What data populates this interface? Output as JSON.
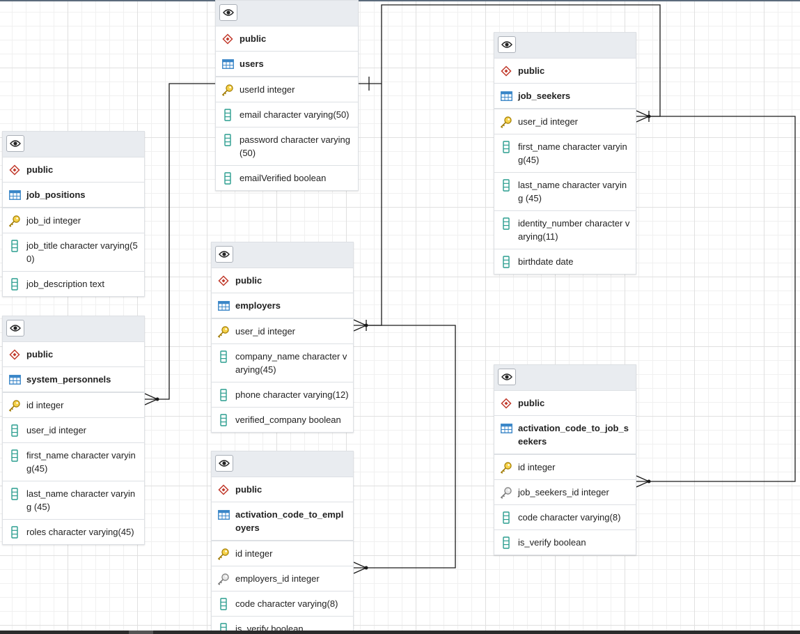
{
  "tables": {
    "users": {
      "schema": "public",
      "name": "users",
      "columns": [
        {
          "label": "userId integer",
          "icon": "primary-key-icon"
        },
        {
          "label": "email character varying(50)",
          "icon": "column-icon"
        },
        {
          "label": "password character varying (50)",
          "icon": "column-icon"
        },
        {
          "label": "emailVerified boolean",
          "icon": "column-icon"
        }
      ]
    },
    "job_positions": {
      "schema": "public",
      "name": "job_positions",
      "columns": [
        {
          "label": "job_id integer",
          "icon": "primary-key-icon"
        },
        {
          "label": "job_title character varying(50)",
          "icon": "column-icon"
        },
        {
          "label": "job_description text",
          "icon": "column-icon"
        }
      ]
    },
    "system_personnels": {
      "schema": "public",
      "name": "system_personnels",
      "columns": [
        {
          "label": "id integer",
          "icon": "primary-key-icon"
        },
        {
          "label": "user_id integer",
          "icon": "column-icon"
        },
        {
          "label": "first_name character varying(45)",
          "icon": "column-icon"
        },
        {
          "label": "last_name character varying (45)",
          "icon": "column-icon"
        },
        {
          "label": "roles character varying(45)",
          "icon": "column-icon"
        }
      ]
    },
    "employers": {
      "schema": "public",
      "name": "employers",
      "columns": [
        {
          "label": "user_id integer",
          "icon": "primary-key-icon"
        },
        {
          "label": "company_name character varying(45)",
          "icon": "column-icon"
        },
        {
          "label": "phone character varying(12)",
          "icon": "column-icon"
        },
        {
          "label": "verified_company boolean",
          "icon": "column-icon"
        }
      ]
    },
    "activation_code_to_employers": {
      "schema": "public",
      "name": "activation_code_to_employers",
      "columns": [
        {
          "label": "id integer",
          "icon": "primary-key-icon"
        },
        {
          "label": "employers_id integer",
          "icon": "foreign-key-icon"
        },
        {
          "label": "code character varying(8)",
          "icon": "column-icon"
        },
        {
          "label": "is_verify boolean",
          "icon": "column-icon"
        }
      ]
    },
    "job_seekers": {
      "schema": "public",
      "name": "job_seekers",
      "columns": [
        {
          "label": "user_id integer",
          "icon": "primary-key-icon"
        },
        {
          "label": "first_name character varying(45)",
          "icon": "column-icon"
        },
        {
          "label": "last_name character varying (45)",
          "icon": "column-icon"
        },
        {
          "label": "identity_number character varying(11)",
          "icon": "column-icon"
        },
        {
          "label": "birthdate date",
          "icon": "column-icon"
        }
      ]
    },
    "activation_code_to_job_seekers": {
      "schema": "public",
      "name": "activation_code_to_job_seekers",
      "columns": [
        {
          "label": "id integer",
          "icon": "primary-key-icon"
        },
        {
          "label": "job_seekers_id integer",
          "icon": "foreign-key-icon"
        },
        {
          "label": "code character varying(8)",
          "icon": "column-icon"
        },
        {
          "label": "is_verify boolean",
          "icon": "column-icon"
        }
      ]
    }
  },
  "icons": {
    "header": "eye-icon",
    "schema": "schema-icon",
    "table": "table-icon"
  },
  "colors": {
    "schema_icon": "#c0392b",
    "table_icon": "#3a86c8",
    "column_icon": "#2a9d8f",
    "primary_key_icon": "#e0b000",
    "foreign_key_icon": "#8a8a8a",
    "header_bg": "#e9ecf0"
  }
}
